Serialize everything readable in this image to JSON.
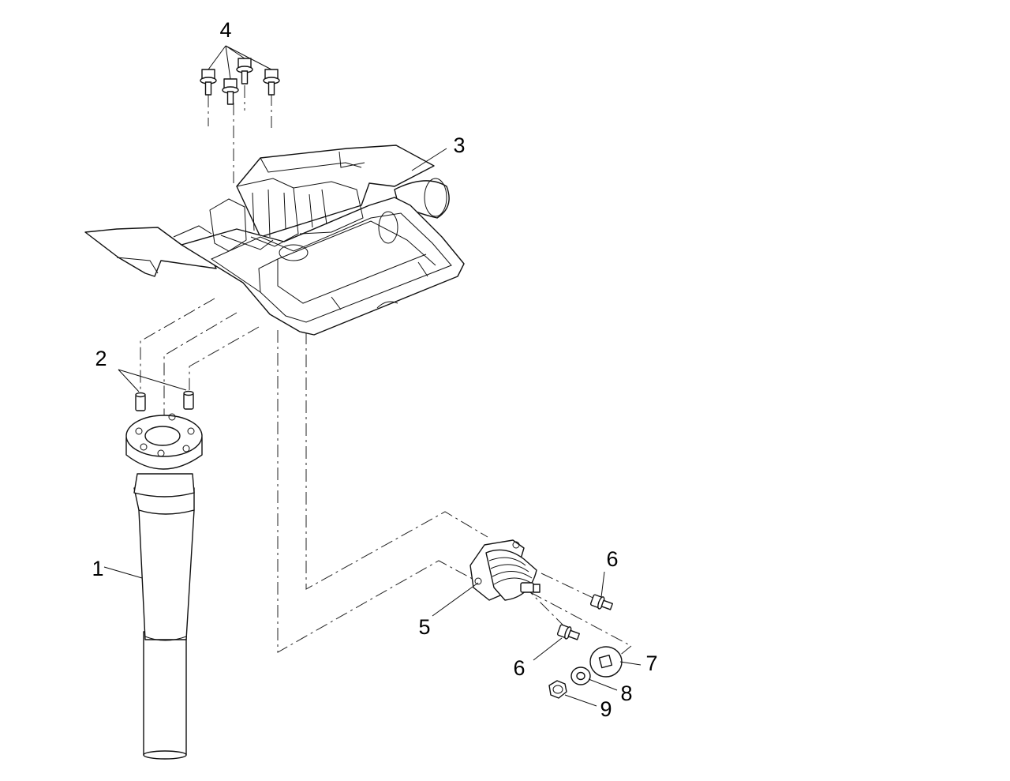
{
  "callouts": {
    "c1": "1",
    "c2": "2",
    "c3": "3",
    "c4": "4",
    "c5": "5",
    "c6a": "6",
    "c6b": "6",
    "c7": "7",
    "c8": "8",
    "c9": "9"
  },
  "colors": {
    "line": "#111111",
    "background": "#ffffff"
  }
}
